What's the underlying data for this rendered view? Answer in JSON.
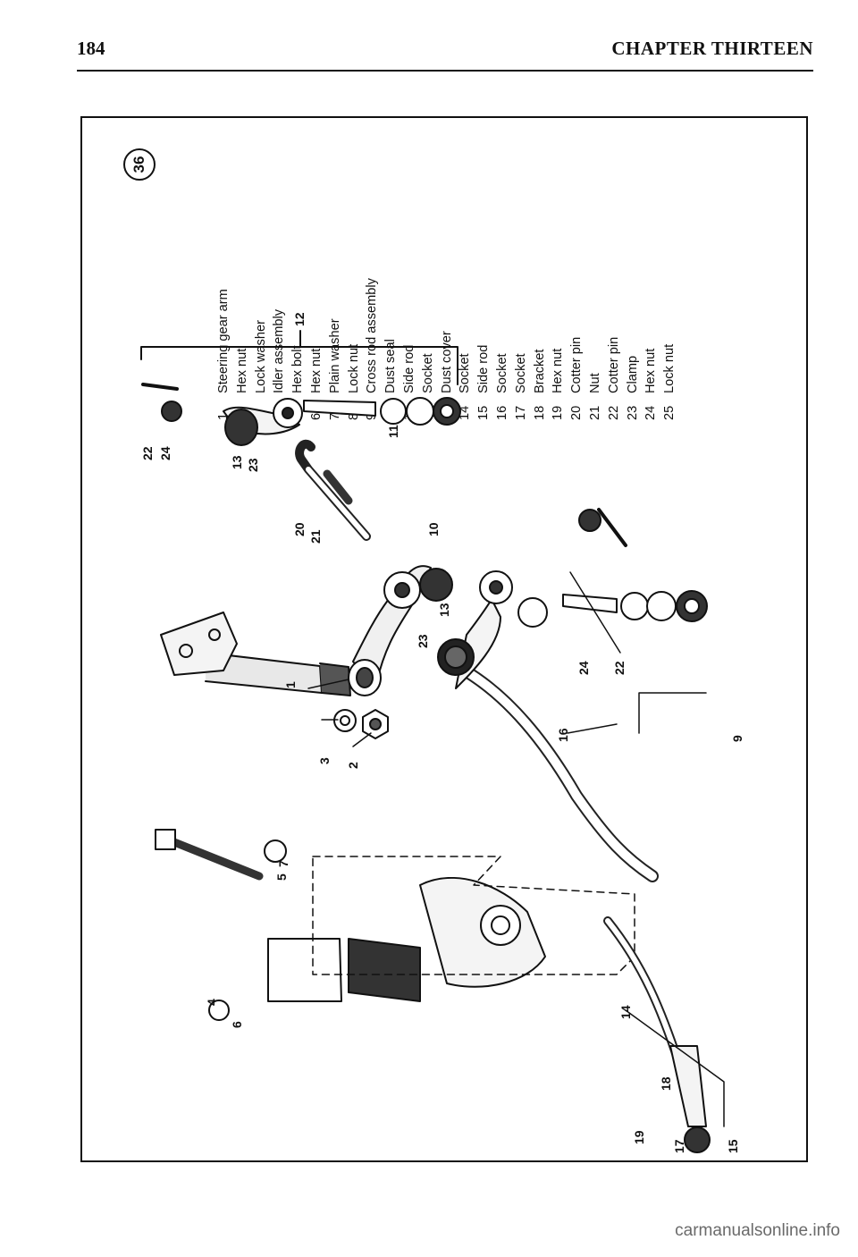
{
  "header": {
    "page_number": "184",
    "chapter_title": "CHAPTER THIRTEEN"
  },
  "figure": {
    "number": "36",
    "callouts": [
      "1",
      "2",
      "3",
      "4",
      "5",
      "6",
      "7",
      "9",
      "10",
      "11",
      "12",
      "13",
      "13",
      "14",
      "15",
      "16",
      "17",
      "18",
      "19",
      "20",
      "21",
      "22",
      "22",
      "23",
      "23",
      "24",
      "24"
    ],
    "legend": [
      {
        "num": "1",
        "name": "Steering gear arm"
      },
      {
        "num": "2",
        "name": "Hex nut"
      },
      {
        "num": "3",
        "name": "Lock washer"
      },
      {
        "num": "4",
        "name": "Idler assembly"
      },
      {
        "num": "5",
        "name": "Hex bolt"
      },
      {
        "num": "6",
        "name": "Hex nut"
      },
      {
        "num": "7",
        "name": "Plain washer"
      },
      {
        "num": "8",
        "name": "Lock nut"
      },
      {
        "num": "9",
        "name": "Cross rod assembly"
      },
      {
        "num": "10",
        "name": "Dust seal"
      },
      {
        "num": "11",
        "name": "Side rod"
      },
      {
        "num": "12",
        "name": "Socket"
      },
      {
        "num": "13",
        "name": "Dust cover"
      },
      {
        "num": "14",
        "name": "Socket"
      },
      {
        "num": "15",
        "name": "Side rod"
      },
      {
        "num": "16",
        "name": "Socket"
      },
      {
        "num": "17",
        "name": "Socket"
      },
      {
        "num": "18",
        "name": "Bracket"
      },
      {
        "num": "19",
        "name": "Hex nut"
      },
      {
        "num": "20",
        "name": "Cotter pin"
      },
      {
        "num": "21",
        "name": "Nut"
      },
      {
        "num": "22",
        "name": "Cotter pin"
      },
      {
        "num": "23",
        "name": "Clamp"
      },
      {
        "num": "24",
        "name": "Hex nut"
      },
      {
        "num": "25",
        "name": "Lock nut"
      }
    ]
  },
  "watermark": "carmanualsonline.info",
  "colors": {
    "ink": "#111111",
    "paper": "#ffffff",
    "watermark": "#6a6a6a"
  }
}
